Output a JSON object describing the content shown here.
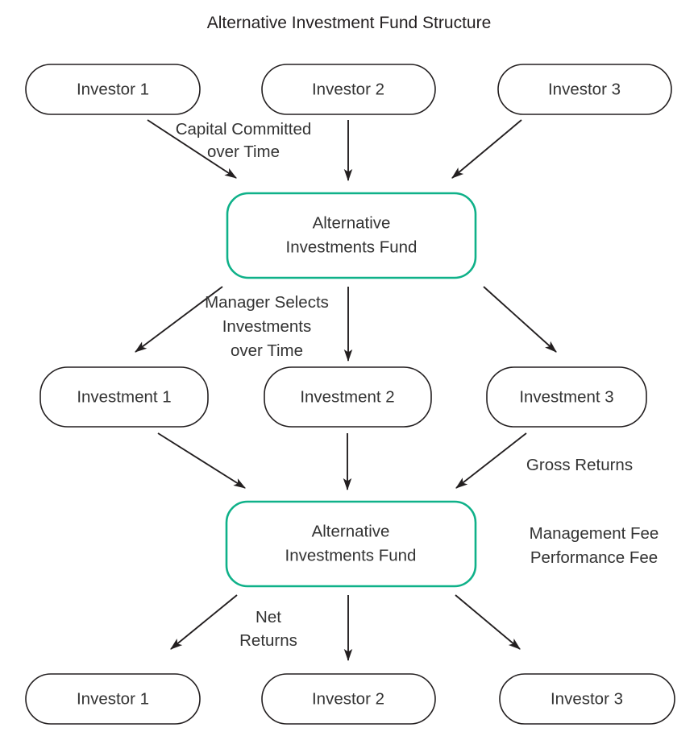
{
  "title": "Alternative Investment Fund Structure",
  "accent_color": "#0fb189",
  "line_color": "#231f20",
  "text_color": "#333333",
  "background_color": "#ffffff",
  "nodes": {
    "top_investors": [
      {
        "label": "Investor 1"
      },
      {
        "label": "Investor 2"
      },
      {
        "label": "Investor 3"
      }
    ],
    "fund_top": {
      "line1": "Alternative",
      "line2": "Investments Fund"
    },
    "investments": [
      {
        "label": "Investment 1"
      },
      {
        "label": "Investment 2"
      },
      {
        "label": "Investment 3"
      }
    ],
    "fund_bottom": {
      "line1": "Alternative",
      "line2": "Investments Fund"
    },
    "bottom_investors": [
      {
        "label": "Investor 1"
      },
      {
        "label": "Investor 2"
      },
      {
        "label": "Investor 3"
      }
    ]
  },
  "edge_labels": {
    "capital": {
      "line1": "Capital Committed",
      "line2": "over Time"
    },
    "manager": {
      "line1": "Manager Selects",
      "line2": "Investments",
      "line3": "over Time"
    },
    "net": {
      "line1": "Net",
      "line2": "Returns"
    }
  },
  "side_labels": {
    "gross_returns": "Gross Returns",
    "management_fee": "Management Fee",
    "performance_fee": "Performance Fee"
  }
}
